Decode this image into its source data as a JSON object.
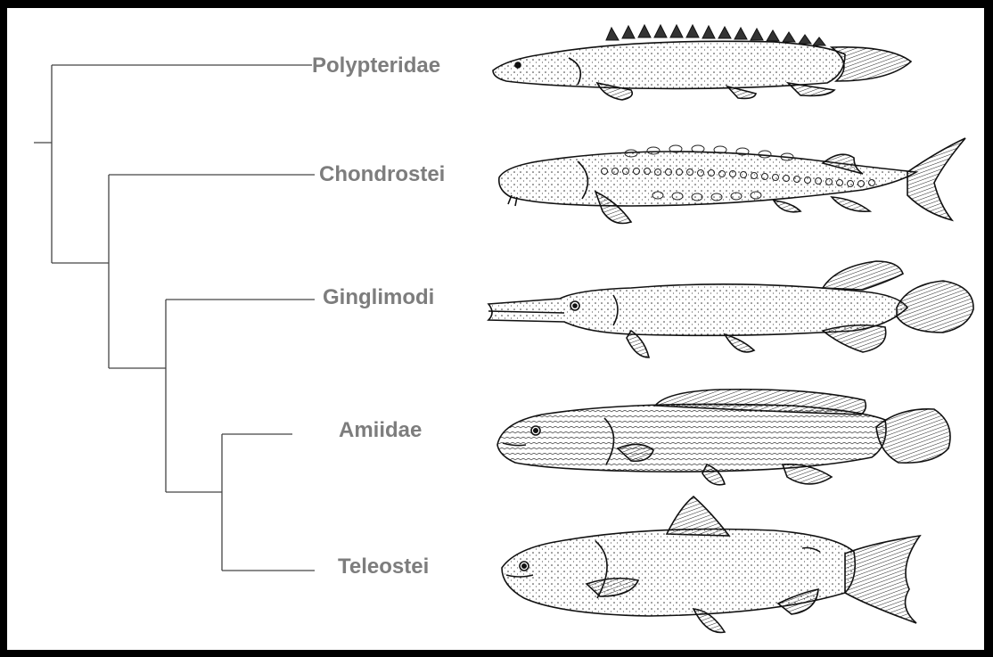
{
  "taxa": [
    {
      "label": "Polypteridae"
    },
    {
      "label": "Chondrostei"
    },
    {
      "label": "Ginglimodi"
    },
    {
      "label": "Amiidae"
    },
    {
      "label": "Teleostei"
    }
  ],
  "fish_icons": [
    "polypterus-bichir-icon",
    "sturgeon-icon",
    "gar-icon",
    "bowfin-icon",
    "salmon-icon"
  ],
  "colors": {
    "border": "#000000",
    "background": "#ffffff",
    "label": "#7d7d7d",
    "line": "#444444"
  }
}
